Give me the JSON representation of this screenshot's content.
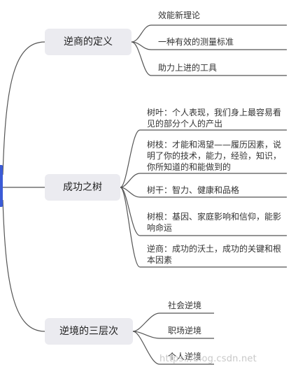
{
  "mindmap": {
    "branches": [
      {
        "label": "逆商的定义",
        "items": [
          "效能新理论",
          "一种有效的测量标准",
          "助力上进的工具"
        ]
      },
      {
        "label": "成功之树",
        "items": [
          "树叶：个人表现，我们身上最容易看见的部分个人的产出",
          "树枝：才能和渴望——履历因素，说明了你的技术，能力，经验，知识，你所知道的和能做到的",
          "树干：智力、健康和品格",
          "树根：基因、家庭影响和信仰，能影响命运",
          "逆商：成功的沃土，成功的关键和根本因素"
        ]
      },
      {
        "label": "逆境的三层次",
        "items": [
          "社会逆境",
          "职场逆境",
          "个人逆境"
        ]
      }
    ]
  },
  "watermark": "https://blog.csdn.net",
  "colors": {
    "root_accent": "#3b5bd6",
    "line": "#555555",
    "topic_fill": "#ebebf0"
  }
}
